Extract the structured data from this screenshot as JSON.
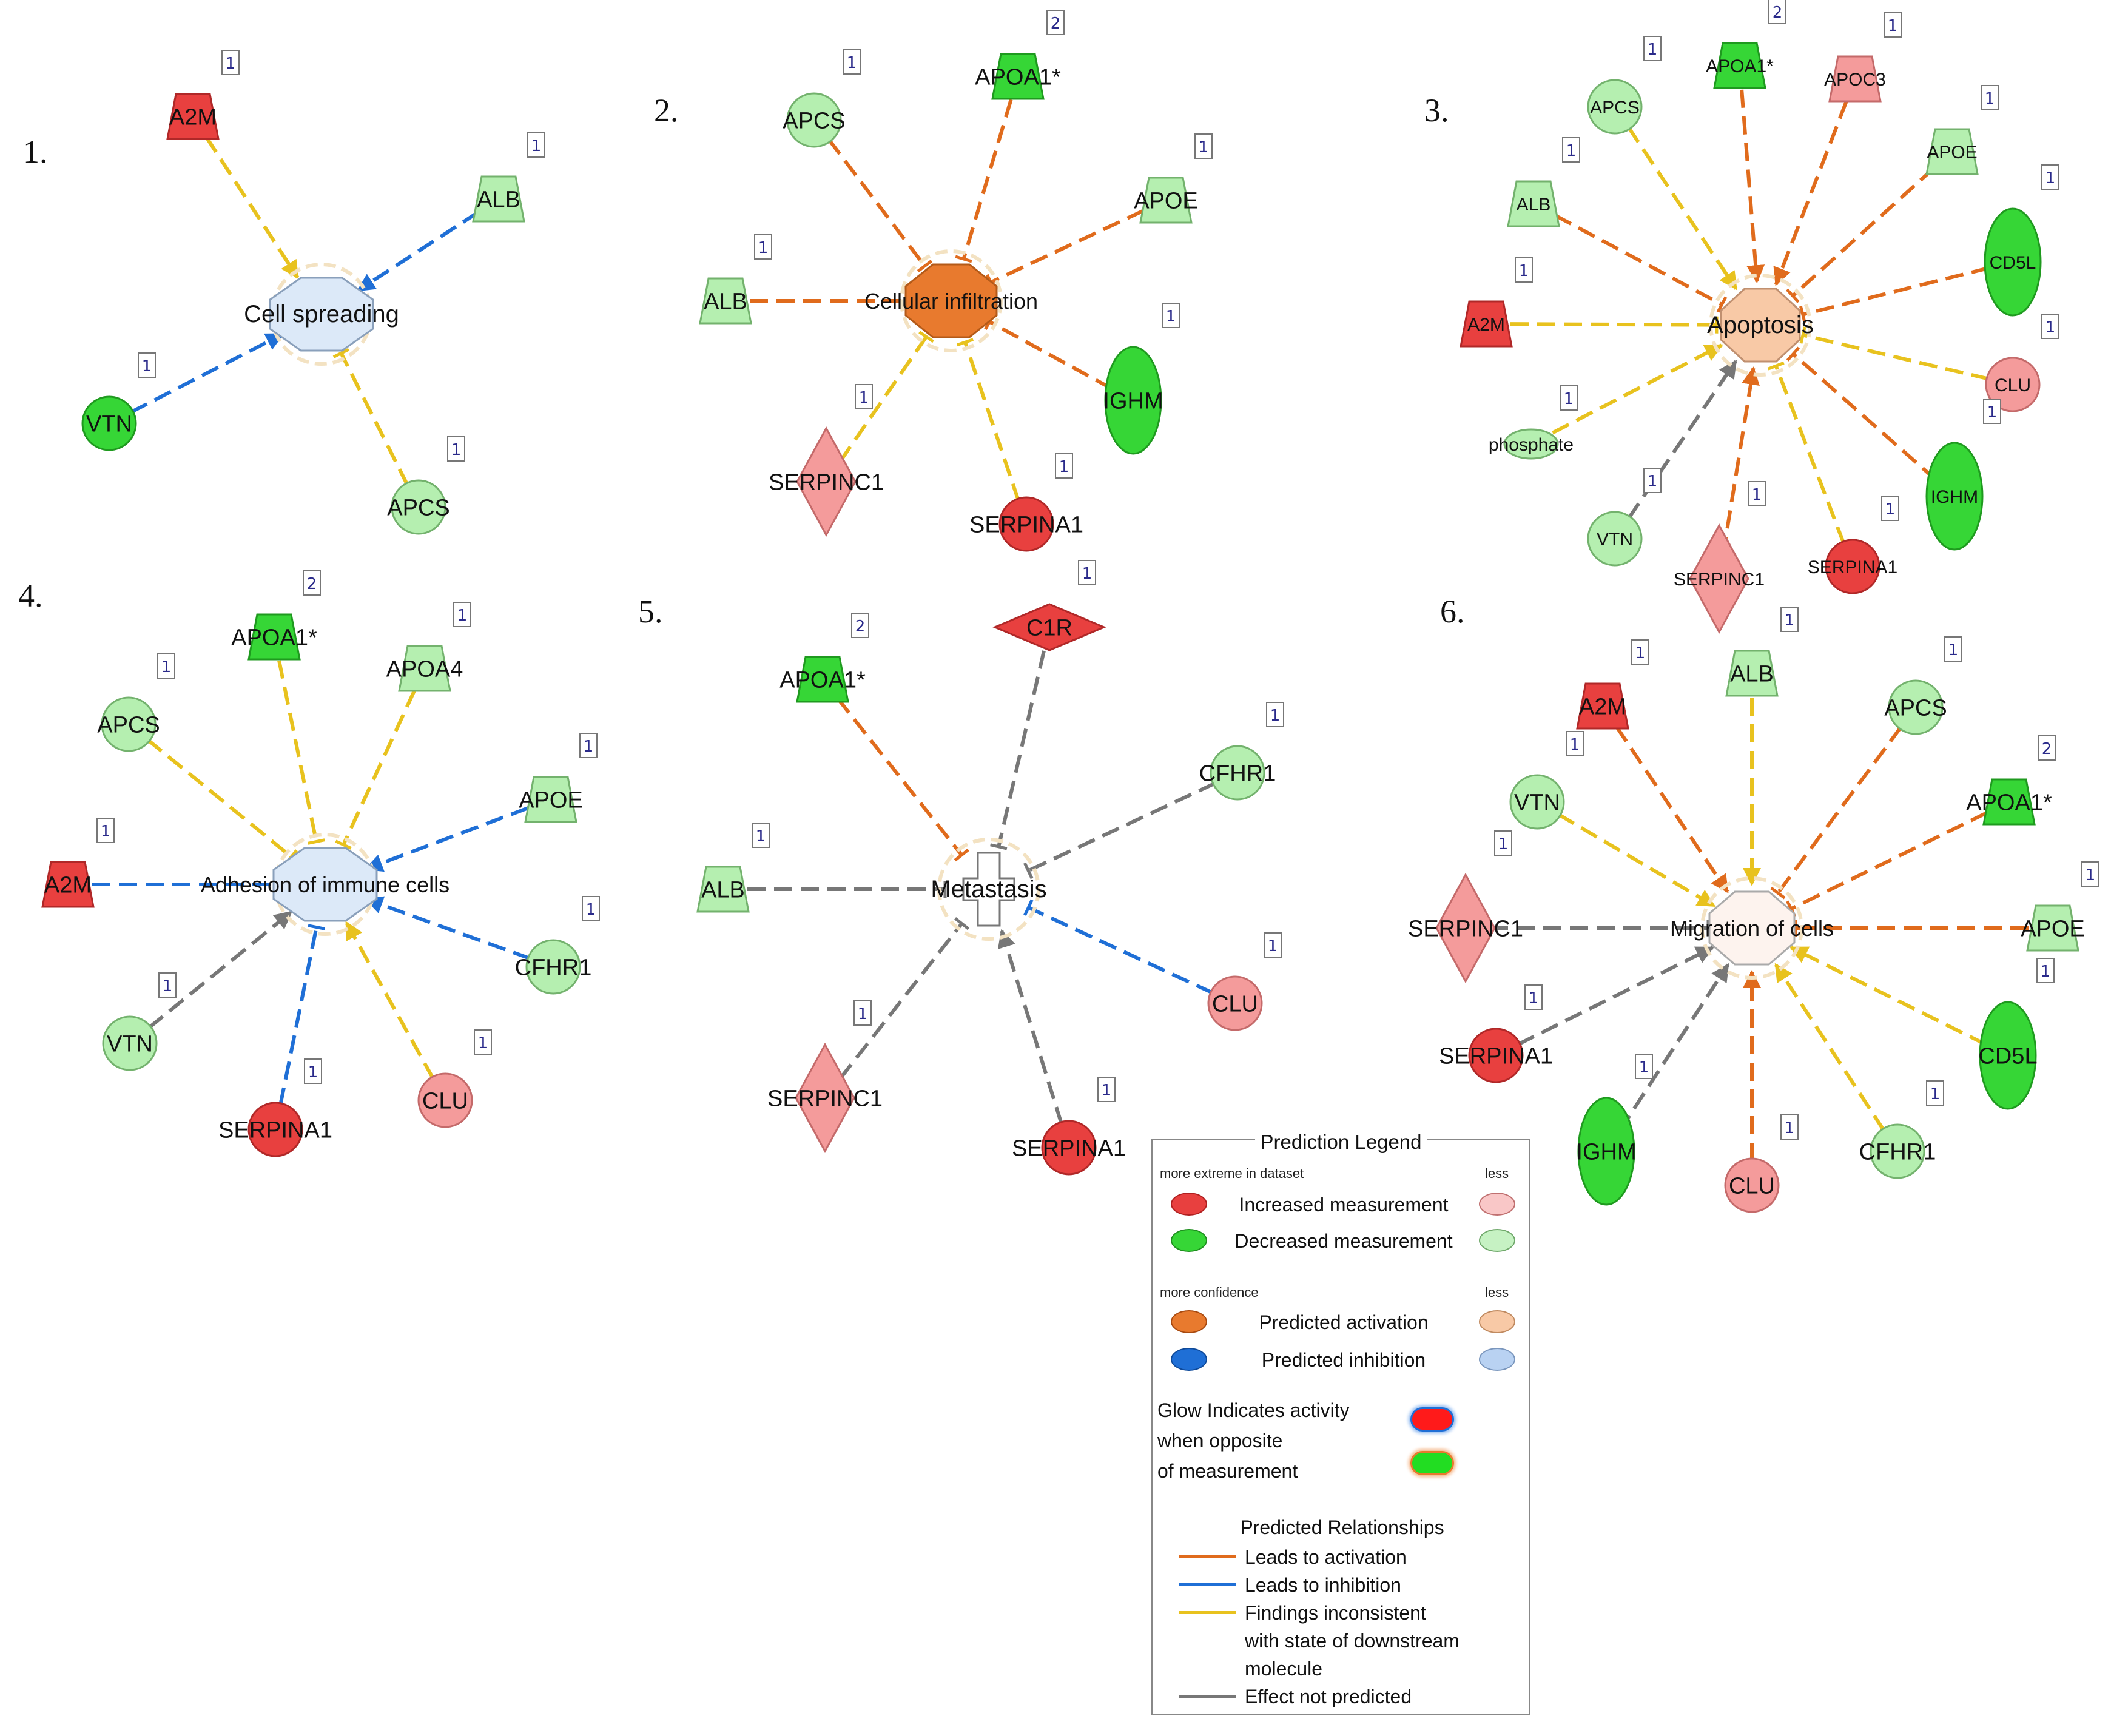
{
  "panels": [
    {
      "number": "1.",
      "center": {
        "label": "Cell spreading",
        "state": "inhibition-light"
      },
      "nodes": [
        {
          "label": "A2M",
          "badge": "1",
          "shape": "trapezoid",
          "color": "red"
        },
        {
          "label": "ALB",
          "badge": "1",
          "shape": "trapezoid",
          "color": "lightgreen"
        },
        {
          "label": "VTN",
          "badge": "1",
          "shape": "circle",
          "color": "green"
        },
        {
          "label": "APCS",
          "badge": "1",
          "shape": "circle",
          "color": "lightgreen"
        }
      ]
    },
    {
      "number": "2.",
      "center": {
        "label": "Cellular infiltration",
        "state": "activation"
      },
      "nodes": [
        {
          "label": "APOA1*",
          "badge": "2",
          "shape": "trapezoid",
          "color": "green"
        },
        {
          "label": "APCS",
          "badge": "1",
          "shape": "circle",
          "color": "lightgreen"
        },
        {
          "label": "APOE",
          "badge": "1",
          "shape": "trapezoid",
          "color": "lightgreen"
        },
        {
          "label": "ALB",
          "badge": "1",
          "shape": "trapezoid",
          "color": "lightgreen"
        },
        {
          "label": "IGHM",
          "badge": "1",
          "shape": "ellipse",
          "color": "green"
        },
        {
          "label": "SERPINC1",
          "badge": "1",
          "shape": "diamond",
          "color": "lightred"
        },
        {
          "label": "SERPINA1",
          "badge": "1",
          "shape": "circle",
          "color": "red"
        }
      ]
    },
    {
      "number": "3.",
      "center": {
        "label": "Apoptosis",
        "state": "activation-light"
      },
      "nodes": [
        {
          "label": "APOA1*",
          "badge": "2",
          "shape": "trapezoid",
          "color": "green"
        },
        {
          "label": "APOC3",
          "badge": "1",
          "shape": "trapezoid",
          "color": "lightred"
        },
        {
          "label": "APCS",
          "badge": "1",
          "shape": "circle",
          "color": "lightgreen"
        },
        {
          "label": "APOE",
          "badge": "1",
          "shape": "trapezoid",
          "color": "lightgreen"
        },
        {
          "label": "ALB",
          "badge": "1",
          "shape": "trapezoid",
          "color": "lightgreen"
        },
        {
          "label": "CD5L",
          "badge": "1",
          "shape": "ellipse",
          "color": "green"
        },
        {
          "label": "A2M",
          "badge": "1",
          "shape": "trapezoid",
          "color": "red"
        },
        {
          "label": "CLU",
          "badge": "1",
          "shape": "circle",
          "color": "lightred"
        },
        {
          "label": "phosphate",
          "badge": "1",
          "shape": "small-ellipse",
          "color": "lightgreen"
        },
        {
          "label": "IGHM",
          "badge": "1",
          "shape": "ellipse",
          "color": "green"
        },
        {
          "label": "VTN",
          "badge": "1",
          "shape": "circle",
          "color": "lightgreen"
        },
        {
          "label": "SERPINC1",
          "badge": "1",
          "shape": "diamond",
          "color": "lightred"
        },
        {
          "label": "SERPINA1",
          "badge": "1",
          "shape": "circle",
          "color": "red"
        }
      ]
    },
    {
      "number": "4.",
      "center": {
        "label": "Adhesion of immune cells",
        "state": "inhibition-light"
      },
      "nodes": [
        {
          "label": "APOA1*",
          "badge": "2",
          "shape": "trapezoid",
          "color": "green"
        },
        {
          "label": "APOA4",
          "badge": "1",
          "shape": "trapezoid",
          "color": "lightgreen"
        },
        {
          "label": "APCS",
          "badge": "1",
          "shape": "circle",
          "color": "lightgreen"
        },
        {
          "label": "APOE",
          "badge": "1",
          "shape": "trapezoid",
          "color": "lightgreen"
        },
        {
          "label": "A2M",
          "badge": "1",
          "shape": "trapezoid",
          "color": "red"
        },
        {
          "label": "CFHR1",
          "badge": "1",
          "shape": "circle",
          "color": "lightgreen"
        },
        {
          "label": "VTN",
          "badge": "1",
          "shape": "circle",
          "color": "lightgreen"
        },
        {
          "label": "CLU",
          "badge": "1",
          "shape": "circle",
          "color": "lightred"
        },
        {
          "label": "SERPINA1",
          "badge": "1",
          "shape": "circle",
          "color": "red"
        }
      ]
    },
    {
      "number": "5.",
      "center": {
        "label": "Metastasis",
        "state": "none"
      },
      "nodes": [
        {
          "label": "C1R",
          "badge": "1",
          "shape": "diamond",
          "color": "red"
        },
        {
          "label": "APOA1*",
          "badge": "2",
          "shape": "trapezoid",
          "color": "green"
        },
        {
          "label": "CFHR1",
          "badge": "1",
          "shape": "circle",
          "color": "lightgreen"
        },
        {
          "label": "ALB",
          "badge": "1",
          "shape": "trapezoid",
          "color": "lightgreen"
        },
        {
          "label": "CLU",
          "badge": "1",
          "shape": "circle",
          "color": "lightred"
        },
        {
          "label": "SERPINC1",
          "badge": "1",
          "shape": "diamond",
          "color": "lightred"
        },
        {
          "label": "SERPINA1",
          "badge": "1",
          "shape": "circle",
          "color": "red"
        }
      ]
    },
    {
      "number": "6.",
      "center": {
        "label": "Migration of cells",
        "state": "activation-faint"
      },
      "nodes": [
        {
          "label": "ALB",
          "badge": "1",
          "shape": "trapezoid",
          "color": "lightgreen"
        },
        {
          "label": "A2M",
          "badge": "1",
          "shape": "trapezoid",
          "color": "red"
        },
        {
          "label": "APCS",
          "badge": "1",
          "shape": "circle",
          "color": "lightgreen"
        },
        {
          "label": "VTN",
          "badge": "1",
          "shape": "circle",
          "color": "lightgreen"
        },
        {
          "label": "APOA1*",
          "badge": "2",
          "shape": "trapezoid",
          "color": "green"
        },
        {
          "label": "SERPINC1",
          "badge": "1",
          "shape": "diamond",
          "color": "lightred"
        },
        {
          "label": "APOE",
          "badge": "1",
          "shape": "trapezoid",
          "color": "lightgreen"
        },
        {
          "label": "SERPINA1",
          "badge": "1",
          "shape": "circle",
          "color": "red"
        },
        {
          "label": "CD5L",
          "badge": "1",
          "shape": "ellipse",
          "color": "green"
        },
        {
          "label": "IGHM",
          "badge": "1",
          "shape": "ellipse",
          "color": "green"
        },
        {
          "label": "CLU",
          "badge": "1",
          "shape": "circle",
          "color": "lightred"
        },
        {
          "label": "CFHR1",
          "badge": "1",
          "shape": "circle",
          "color": "lightgreen"
        }
      ]
    }
  ],
  "legend": {
    "title": "Prediction Legend",
    "measurement_header_left": "more extreme in dataset",
    "measurement_header_right": "less",
    "increased": "Increased measurement",
    "decreased": "Decreased measurement",
    "confidence_header_left": "more confidence",
    "confidence_header_right": "less",
    "activation": "Predicted activation",
    "inhibition": "Predicted inhibition",
    "glow_line1": "Glow Indicates activity",
    "glow_line2": "when opposite",
    "glow_line3": "of measurement",
    "relationships_title": "Predicted Relationships",
    "rel_activation": "Leads to activation",
    "rel_inhibition": "Leads to inhibition",
    "rel_inconsistent_1": "Findings inconsistent",
    "rel_inconsistent_2": "with state of downstream",
    "rel_inconsistent_3": "molecule",
    "rel_not_predicted": "Effect not predicted"
  },
  "colors": {
    "red": "#e8403f",
    "lightred": "#f49b9b",
    "green": "#36d636",
    "lightgreen": "#b5efb0",
    "activation": "#e87a2e",
    "activation_light": "#f8c9a6",
    "activation_faint": "#fdf3ee",
    "inhibition": "#1f6fd6",
    "inhibition_light": "#dce9f8",
    "edge_activation": "#e06b1c",
    "edge_inhibition": "#1f6fd6",
    "edge_inconsistent": "#e8c21e",
    "edge_not_predicted": "#777777"
  }
}
